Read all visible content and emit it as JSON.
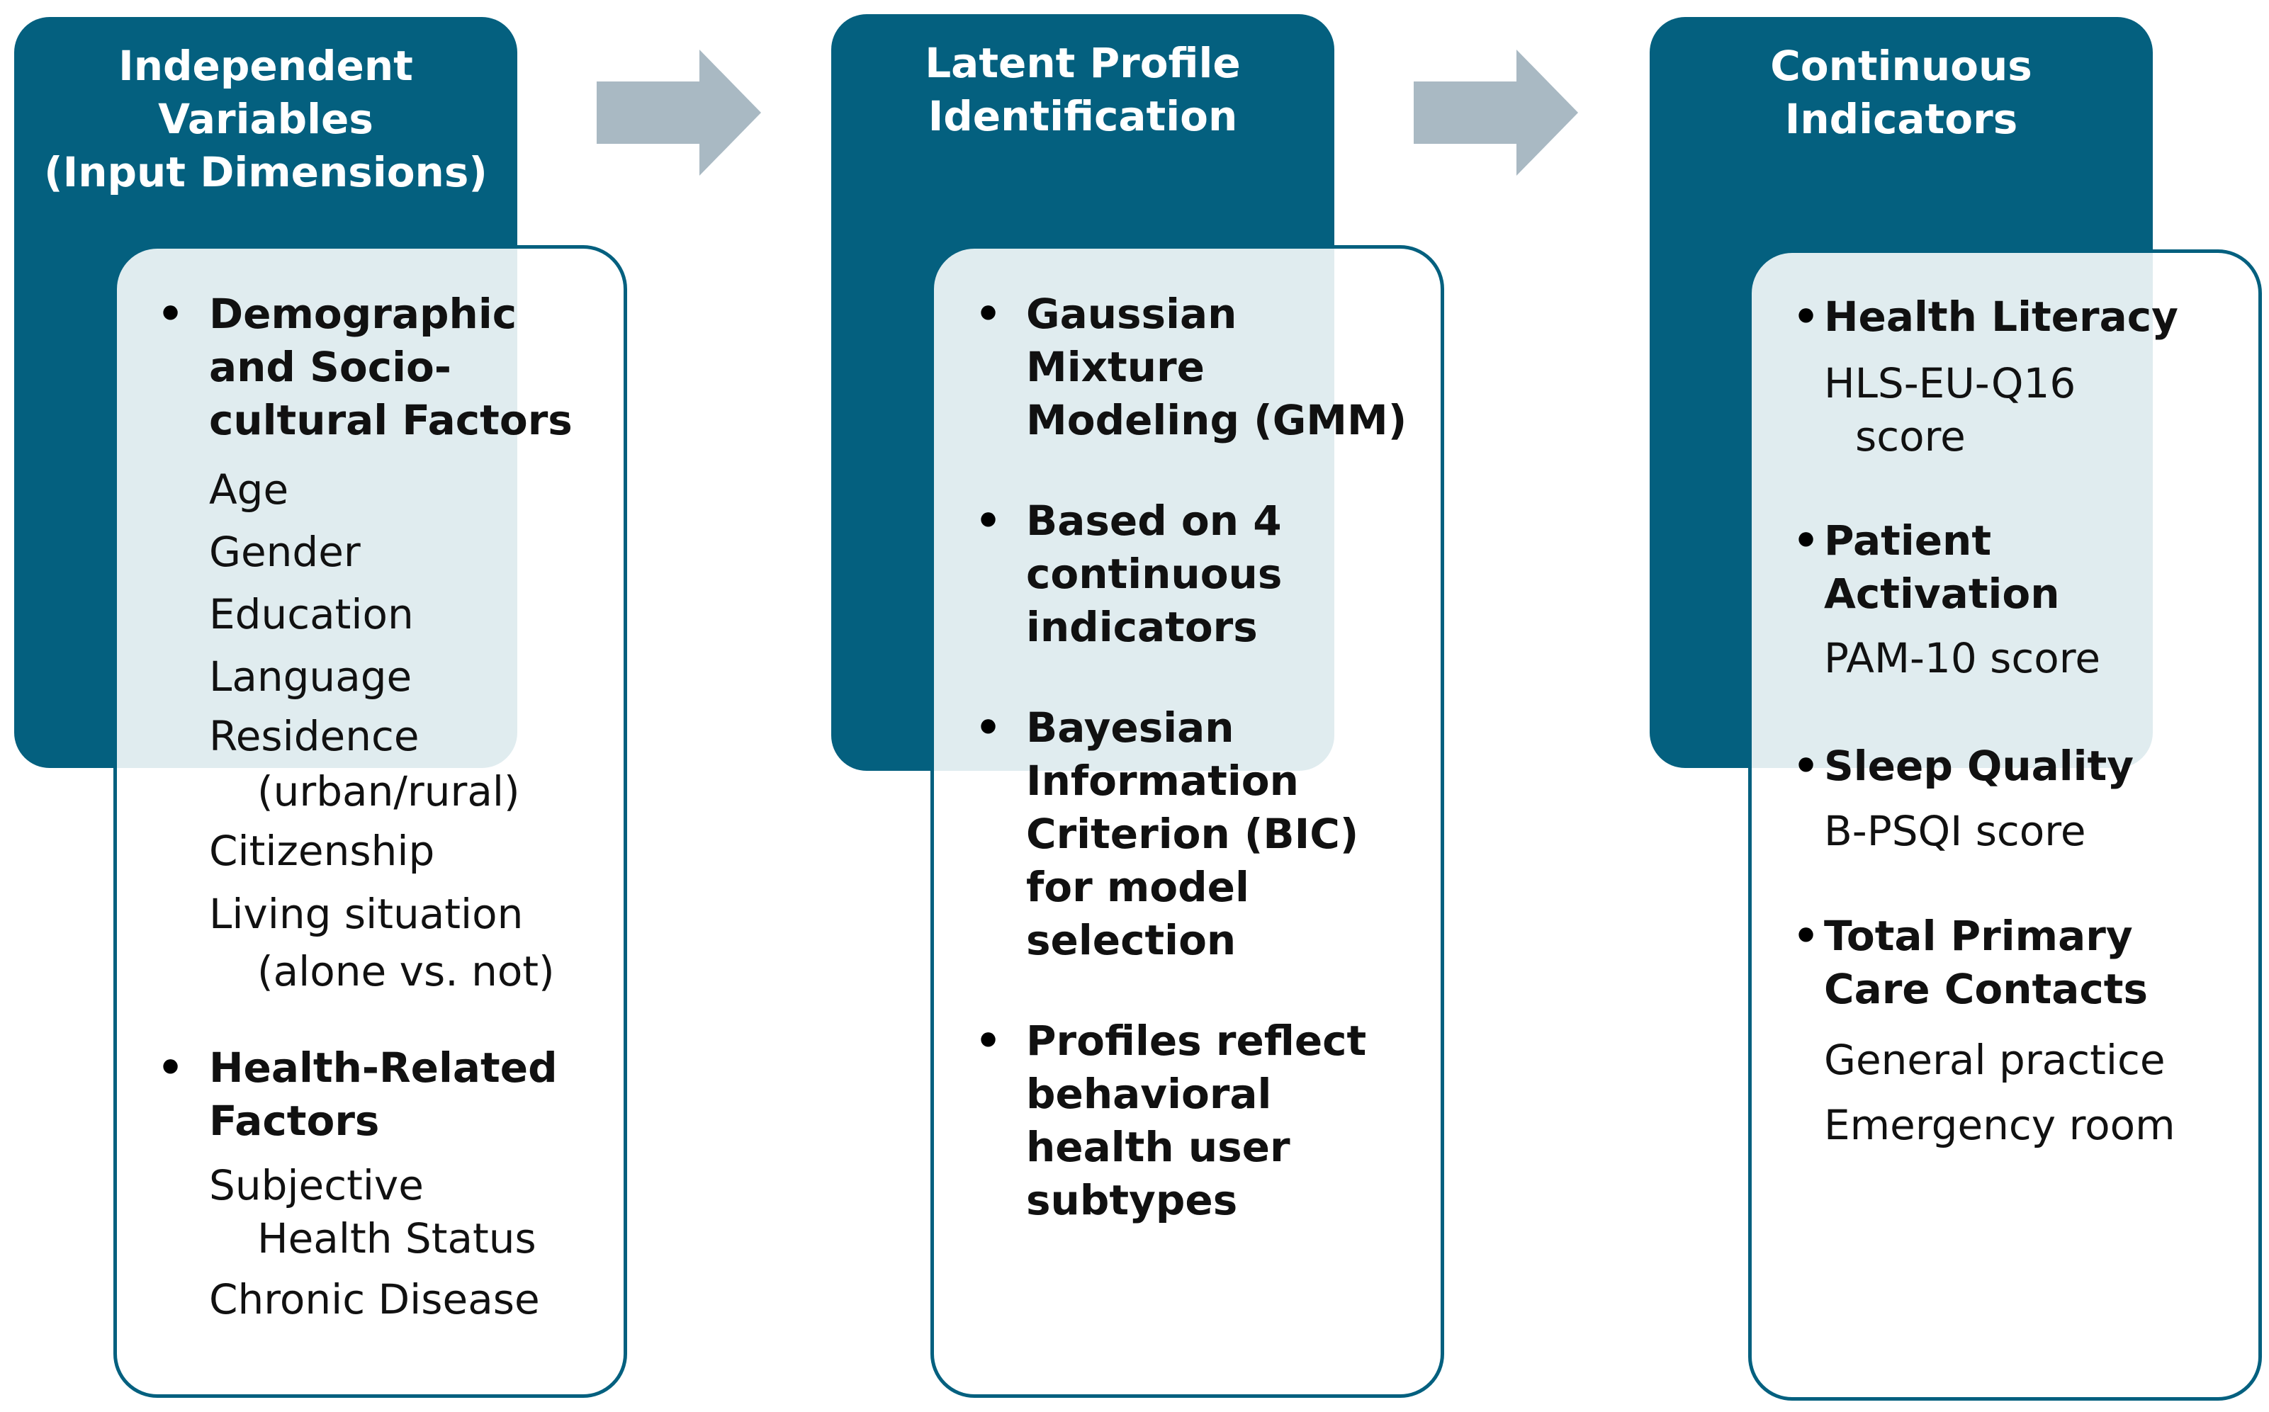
{
  "colors": {
    "primary": "#04607f",
    "arrow": "#a9b9c3",
    "text": "#111111"
  },
  "columns": [
    {
      "header": [
        "Independent",
        "Variables",
        "(Input Dimensions)"
      ],
      "sections": [
        {
          "title": [
            "Demographic",
            "and Socio-",
            "cultural Factors"
          ],
          "items": [
            "Age",
            "Gender",
            "Education",
            "Language",
            "Residence",
            "(urban/rural)",
            "Citizenship",
            "Living situation",
            "(alone vs. not)"
          ]
        },
        {
          "title": [
            "Health-Related",
            "Factors"
          ],
          "items": [
            "Subjective",
            "Health Status",
            "Chronic Disease"
          ]
        }
      ]
    },
    {
      "header": [
        "Latent Profile",
        "Identification"
      ],
      "sections": [
        {
          "title": [
            "Gaussian",
            "Mixture",
            "Modeling (GMM)"
          ]
        },
        {
          "title": [
            "Based on 4",
            "continuous",
            "indicators"
          ]
        },
        {
          "title": [
            "Bayesian",
            "Information",
            "Criterion (BIC)",
            "for model",
            "selection"
          ]
        },
        {
          "title": [
            "Profiles reflect",
            "behavioral",
            "health user",
            "subtypes"
          ]
        }
      ]
    },
    {
      "header": [
        "Continuous",
        "Indicators"
      ],
      "sections": [
        {
          "title": [
            "Health Literacy"
          ],
          "items": [
            "HLS-EU-Q16",
            "score"
          ]
        },
        {
          "title": [
            "Patient",
            "Activation"
          ],
          "items": [
            "PAM-10 score"
          ]
        },
        {
          "title": [
            "Sleep Quality"
          ],
          "items": [
            "B-PSQI score"
          ]
        },
        {
          "title": [
            "Total Primary",
            "Care Contacts"
          ],
          "items": [
            "General practice",
            "Emergency room"
          ]
        }
      ]
    }
  ]
}
